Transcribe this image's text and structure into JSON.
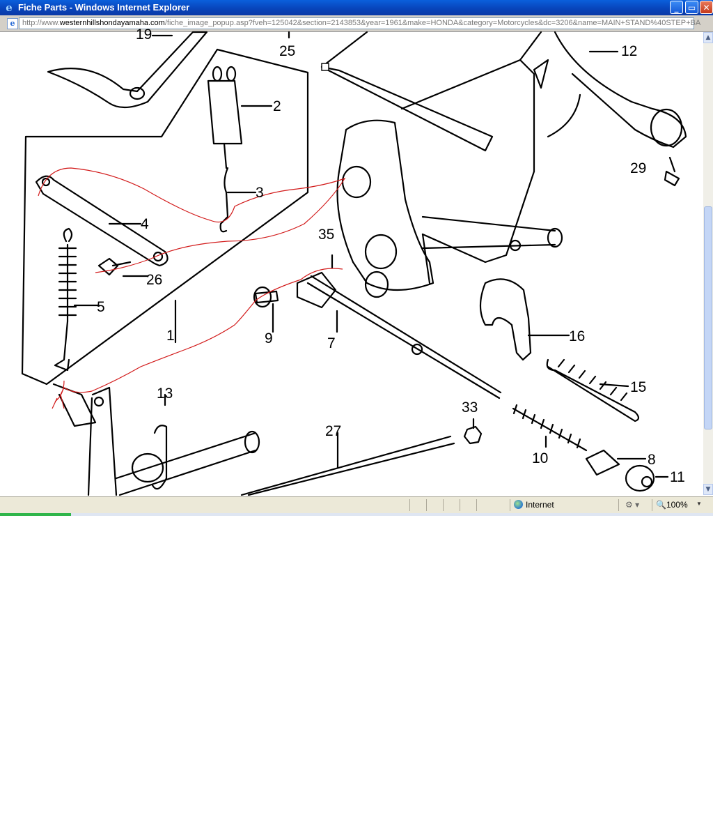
{
  "window": {
    "title": "Fiche Parts - Windows Internet Explorer",
    "minimize": "_",
    "restore": "▭",
    "close": "✕"
  },
  "address": {
    "url_prefix": "http://www.",
    "url_domain": "westernhillshondayamaha.com",
    "url_path": "/fiche_image_popup.asp?fveh=125042&section=2143853&year=1961&make=HONDA&category=Motorcycles&dc=3206&name=MAIN+STAND%40STEP+BA"
  },
  "diagram": {
    "callouts": [
      "19",
      "25",
      "12",
      "2",
      "3",
      "29",
      "4",
      "35",
      "26",
      "5",
      "1",
      "9",
      "7",
      "16",
      "15",
      "13",
      "33",
      "27",
      "10",
      "8",
      "11"
    ]
  },
  "status": {
    "zone": "Internet",
    "zoom": "100%"
  },
  "page_load_progress": 0.1
}
